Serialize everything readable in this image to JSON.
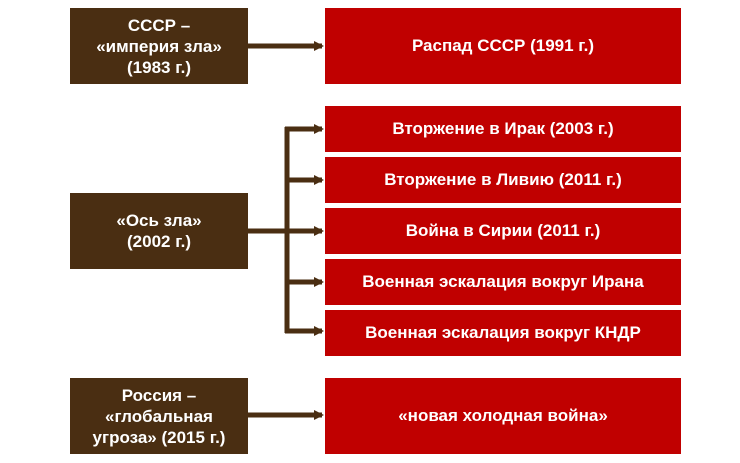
{
  "colors": {
    "source_fill": "#4a2e12",
    "target_fill": "#c00000",
    "connector": "#4a2e12",
    "text": "#ffffff"
  },
  "sources": [
    {
      "id": "s1",
      "label": "СССР –\n«империя зла»\n(1983 г.)"
    },
    {
      "id": "s2",
      "label": "«Ось зла»\n(2002 г.)"
    },
    {
      "id": "s3",
      "label": "Россия –\n«глобальная\nугроза» (2015 г.)"
    }
  ],
  "targets": [
    {
      "id": "t1",
      "from": "s1",
      "label": "Распад СССР (1991 г.)"
    },
    {
      "id": "t2",
      "from": "s2",
      "label": "Вторжение в Ирак (2003 г.)"
    },
    {
      "id": "t3",
      "from": "s2",
      "label": "Вторжение в Ливию (2011 г.)"
    },
    {
      "id": "t4",
      "from": "s2",
      "label": "Война в Сирии (2011 г.)"
    },
    {
      "id": "t5",
      "from": "s2",
      "label": "Военная эскалация вокруг Ирана"
    },
    {
      "id": "t6",
      "from": "s2",
      "label": "Военная эскалация вокруг КНДР"
    },
    {
      "id": "t7",
      "from": "s3",
      "label": "«новая холодная война»"
    }
  ]
}
